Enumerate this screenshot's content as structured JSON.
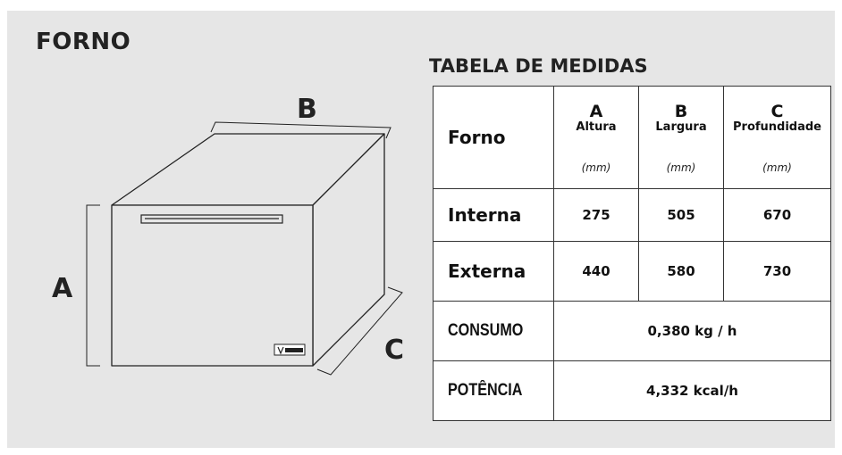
{
  "title": "FORNO",
  "diagram": {
    "label_a": "A",
    "label_b": "B",
    "label_c": "C"
  },
  "table": {
    "title": "TABELA DE MEDIDAS",
    "corner": "Forno",
    "columns": [
      {
        "letter": "A",
        "name": "Altura",
        "unit": "(mm)"
      },
      {
        "letter": "B",
        "name": "Largura",
        "unit": "(mm)"
      },
      {
        "letter": "C",
        "name": "Profundidade",
        "unit": "(mm)"
      }
    ],
    "rows": [
      {
        "label": "Interna",
        "values": [
          "275",
          "505",
          "670"
        ]
      },
      {
        "label": "Externa",
        "values": [
          "440",
          "580",
          "730"
        ]
      }
    ],
    "consumo": {
      "label": "CONSUMO",
      "value": "0,380 kg / h"
    },
    "potencia": {
      "label": "POTÊNCIA",
      "value": "4,332 kcal/h"
    }
  }
}
